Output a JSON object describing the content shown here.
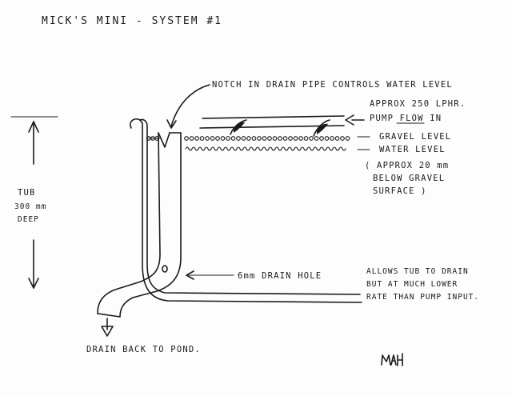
{
  "title": "MICK'S MINI - SYSTEM #1",
  "labels": {
    "notch": "NOTCH IN DRAIN PIPE CONTROLS WATER LEVEL",
    "flow_line1": "APPROX 250 LPHR.",
    "flow_line2": "PUMP FLOW IN",
    "gravel": "GRAVEL LEVEL",
    "water": "WATER LEVEL",
    "approx_line1": "( APPROX 20 mm",
    "approx_line2": "BELOW GRAVEL",
    "approx_line3": "SURFACE )",
    "tub_line1": "TUB",
    "tub_line2": "300 mm",
    "tub_line3": "DEEP",
    "drain_hole": "6mm DRAIN HOLE",
    "allows_line1": "ALLOWS TUB TO DRAIN",
    "allows_line2": "BUT AT MUCH LOWER",
    "allows_line3": "RATE THAN PUMP INPUT.",
    "drain_back": "DRAIN BACK TO POND.",
    "initials": "MAH"
  }
}
